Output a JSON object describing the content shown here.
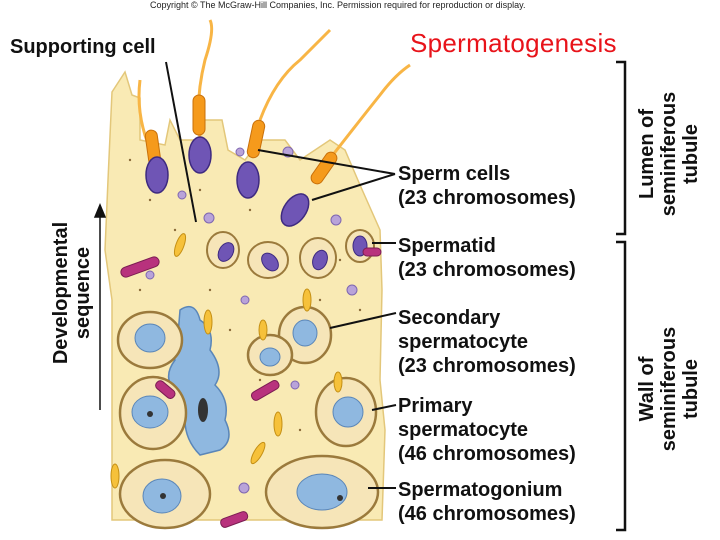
{
  "copyright": "Copyright © The McGraw-Hill Companies, Inc. Permission required for reproduction or display.",
  "title": "Spermatogenesis",
  "supporting_cell": "Supporting cell",
  "developmental_sequence": [
    "Developmental",
    "sequence"
  ],
  "lumen": [
    "Lumen of",
    "seminiferous",
    "tubule"
  ],
  "wall": [
    "Wall of",
    "seminiferous",
    "tubule"
  ],
  "labels": {
    "sperm": [
      "Sperm cells",
      "(23 chromosomes)"
    ],
    "spermatid": [
      "Spermatid",
      "(23 chromosomes)"
    ],
    "secondary": [
      "Secondary",
      "spermatocyte",
      "(23 chromosomes)"
    ],
    "primary": [
      "Primary",
      "spermatocyte",
      "(46 chromosomes)"
    ],
    "spermatogonium": [
      "Spermatogonium",
      "(46 chromosomes)"
    ]
  },
  "colors": {
    "title": "#e8131a",
    "tissue": "#f9eab4",
    "nucleus": "#8fb8e0",
    "sperm_head": "#6f55b5",
    "sperm_tail": "#f59a1c",
    "mitochondria": "#b8327d"
  }
}
